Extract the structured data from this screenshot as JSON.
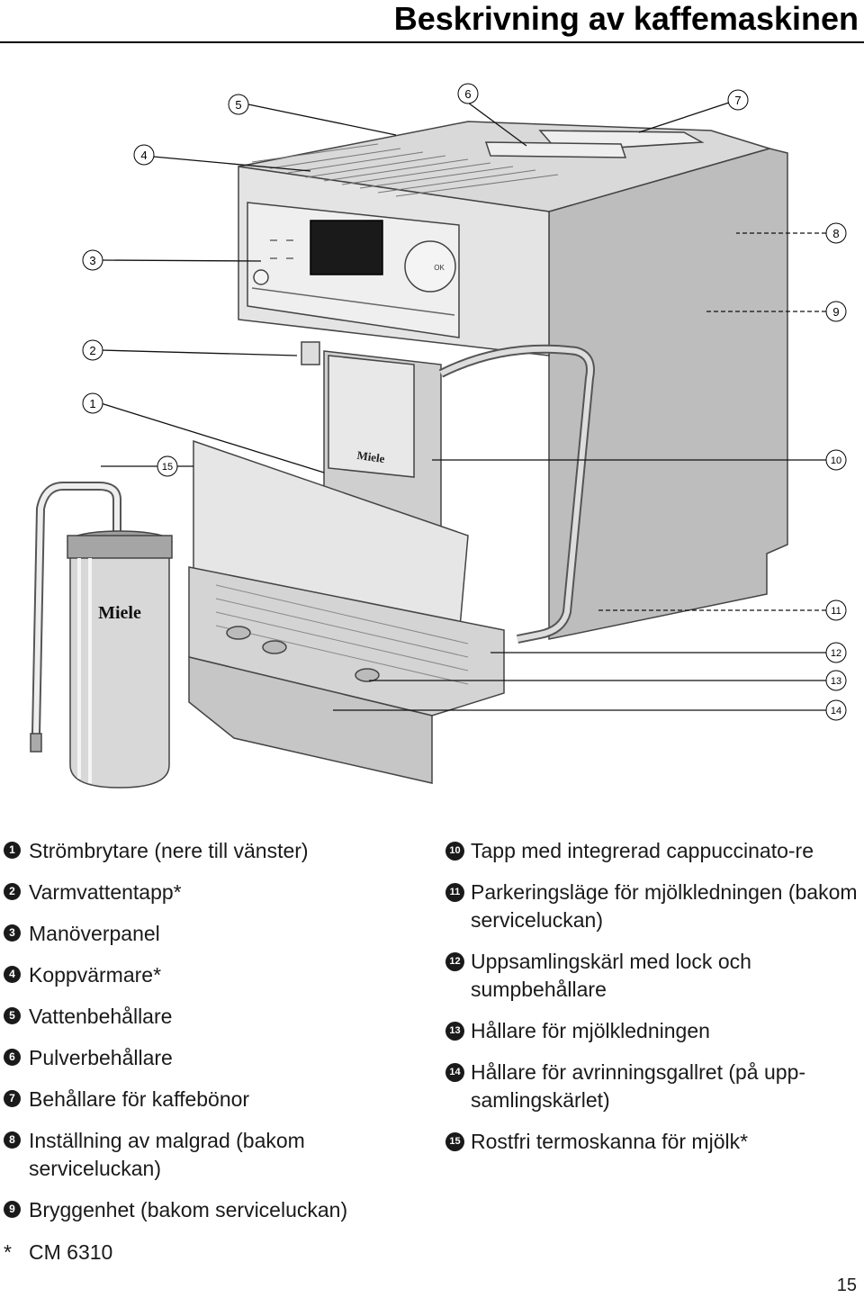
{
  "header": {
    "title": "Beskrivning av kaffemaskinen"
  },
  "figure": {
    "brand_label": "Miele",
    "panel": {
      "ok_label": "OK"
    },
    "callouts": [
      "1",
      "2",
      "3",
      "4",
      "5",
      "6",
      "7",
      "8",
      "9",
      "10",
      "11",
      "12",
      "13",
      "14",
      "15"
    ]
  },
  "legend_left": [
    {
      "num": "1",
      "text": "Strömbrytare (nere till vänster)"
    },
    {
      "num": "2",
      "text": "Varmvattentapp*"
    },
    {
      "num": "3",
      "text": "Manöverpanel"
    },
    {
      "num": "4",
      "text": "Koppvärmare*"
    },
    {
      "num": "5",
      "text": "Vattenbehållare"
    },
    {
      "num": "6",
      "text": "Pulverbehållare"
    },
    {
      "num": "7",
      "text": "Behållare för kaffebönor"
    },
    {
      "num": "8",
      "text": "Inställning av malgrad (bakom serviceluckan)"
    },
    {
      "num": "9",
      "text": "Bryggenhet (bakom serviceluckan)"
    }
  ],
  "legend_right": [
    {
      "num": "10",
      "text": "Tapp med integrerad cappuccinato-re"
    },
    {
      "num": "11",
      "text": "Parkeringsläge för mjölkledningen (bakom serviceluckan)"
    },
    {
      "num": "12",
      "text": "Uppsamlingskärl med lock och sumpbehållare"
    },
    {
      "num": "13",
      "text": "Hållare för mjölkledningen"
    },
    {
      "num": "14",
      "text": "Hållare för avrinningsgallret (på upp-samlingskärlet)"
    },
    {
      "num": "15",
      "text": "Rostfri termoskanna för mjölk*"
    }
  ],
  "footnote": {
    "mark": "*",
    "text": "CM 6310"
  },
  "page_number": "15"
}
